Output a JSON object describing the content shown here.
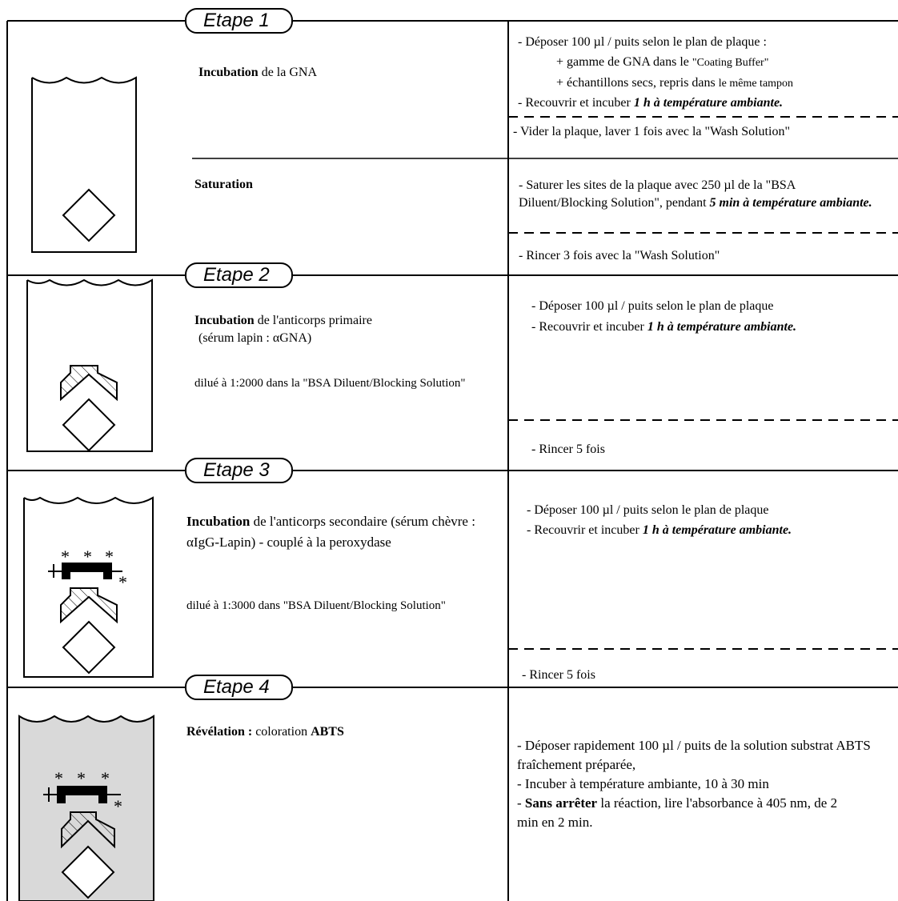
{
  "steps": [
    {
      "label": "Etape 1",
      "blocks": [
        {
          "title_bold": "Incubation",
          "title_rest": " de la GNA"
        },
        {
          "title_bold": "Saturation",
          "title_rest": ""
        }
      ],
      "instructions": {
        "a1": "- Déposer 100 µl / puits selon le plan de plaque :",
        "a2_pre": "+ gamme de GNA dans le ",
        "a2_small": "\"Coating Buffer\"",
        "a3_pre": "+ échantillons secs, repris dans ",
        "a3_small": "le même tampon",
        "a4_pre": "- Recouvrir et incuber ",
        "a4_em": "1 h à température ambiante.",
        "b": "- Vider la plaque, laver 1 fois avec la \"Wash Solution\"",
        "c_pre": "- Saturer les sites de la plaque avec 250 µl de la \"BSA Diluent/Blocking Solution\", pendant ",
        "c_em": "5 min à température ambiante.",
        "d": "- Rincer 3 fois avec la \"Wash Solution\""
      }
    },
    {
      "label": "Etape 2",
      "title_bold": "Incubation",
      "title_rest": " de l'anticorps primaire",
      "title_line2": "(sérum lapin : αGNA)",
      "dilution": "dilué à 1:2000 dans la \"BSA Diluent/Blocking Solution\"",
      "instructions": {
        "a1": "- Déposer 100 µl / puits selon le plan de plaque",
        "a2_pre": "- Recouvrir et incuber ",
        "a2_em": "1 h à température ambiante.",
        "b": "- Rincer 5 fois"
      }
    },
    {
      "label": "Etape 3",
      "title_bold": "Incubation",
      "title_rest": " de l'anticorps secondaire (sérum chèvre : αIgG-Lapin) - couplé à la peroxydase",
      "dilution": "dilué à 1:3000 dans \"BSA Diluent/Blocking Solution\"",
      "instructions": {
        "a1": "- Déposer 100 µl / puits selon le plan de plaque",
        "a2_pre": "- Recouvrir et incuber ",
        "a2_em": "1 h à température ambiante.",
        "b": "- Rincer 5 fois"
      }
    },
    {
      "label": "Etape 4",
      "title_bold": "Révélation :",
      "title_mid": " coloration ",
      "title_bold2": "ABTS",
      "instructions": {
        "l1": "- Déposer rapidement 100 µl / puits de la solution substrat  ABTS fraîchement préparée,",
        "l2": "- Incuber à température ambiante, 10 à 30 min",
        "l3_pre": "- ",
        "l3_bold": "Sans arrêter",
        "l3_rest": " la réaction, lire l'absorbance à 405 nm, de 2 min en 2 min."
      }
    }
  ],
  "asterisk": "*",
  "colors": {
    "ink": "#000000",
    "well_fill_step4": "#d9d9d9",
    "paper": "#ffffff"
  }
}
